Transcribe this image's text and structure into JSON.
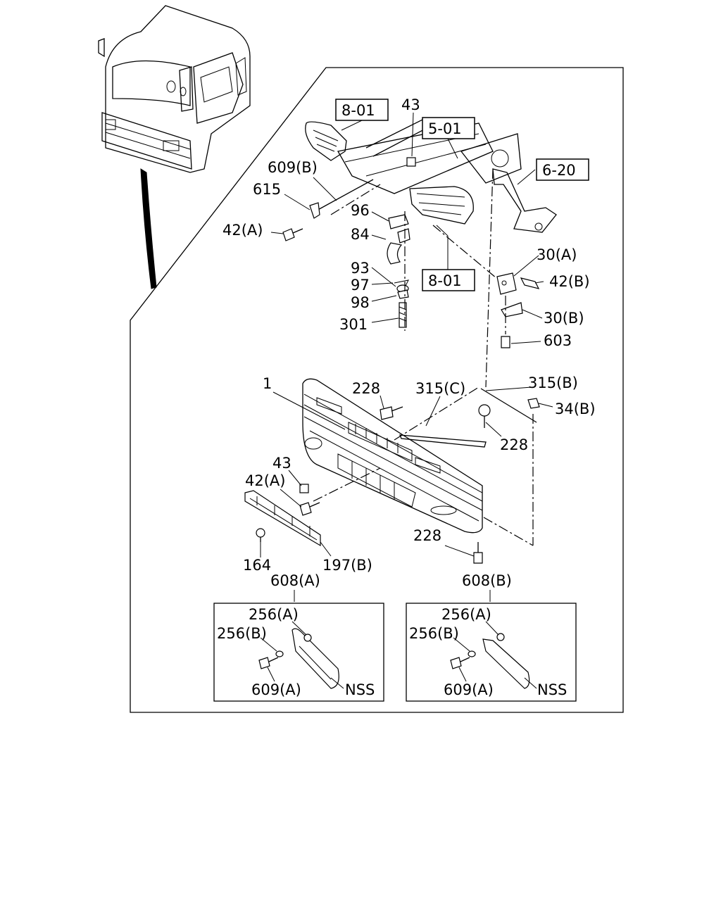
{
  "labels": {
    "ref_8_01_top": "8-01",
    "ref_5_01": "5-01",
    "ref_6_20": "6-20",
    "ref_8_01_mid": "8-01",
    "p43_top": "43",
    "p609b": "609(B)",
    "p615": "615",
    "p42a_top": "42(A)",
    "p96": "96",
    "p84": "84",
    "p93": "93",
    "p97": "97",
    "p98": "98",
    "p301": "301",
    "p30a": "30(A)",
    "p42b": "42(B)",
    "p30b": "30(B)",
    "p603": "603",
    "p1": "1",
    "p228_a": "228",
    "p315c": "315(C)",
    "p315b": "315(B)",
    "p34b": "34(B)",
    "p228_b": "228",
    "p43_mid": "43",
    "p42a_mid": "42(A)",
    "p164": "164",
    "p197b": "197(B)",
    "p228_c": "228",
    "p608a": "608(A)",
    "p608b": "608(B)",
    "inset_left": {
      "p256a": "256(A)",
      "p256b": "256(B)",
      "p609a": "609(A)",
      "nss": "NSS"
    },
    "inset_right": {
      "p256a": "256(A)",
      "p256b": "256(B)",
      "p609a": "609(A)",
      "nss": "NSS"
    }
  }
}
